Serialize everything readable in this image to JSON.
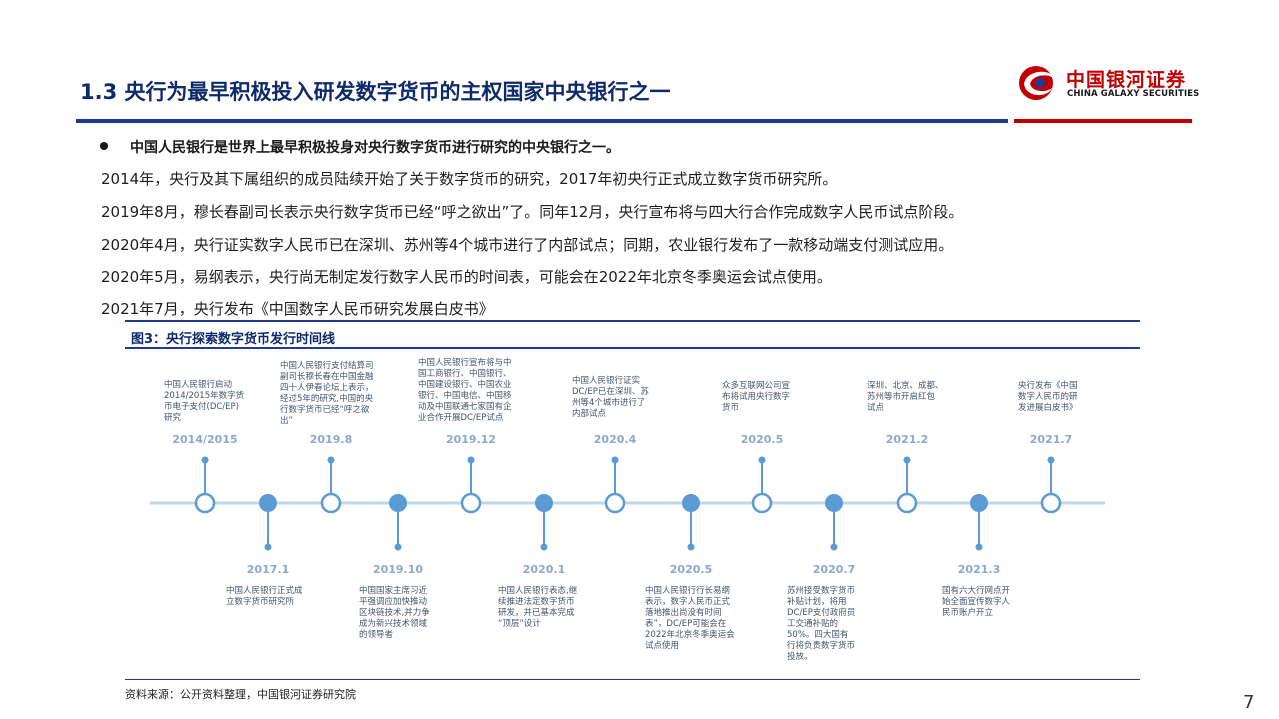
{
  "header": {
    "title": "1.3  央行为最早积极投入研发数字货币的主权国家中央银行之一",
    "logo_cn": "中国银河证券",
    "logo_en": "CHINA GALAXY SECURITIES"
  },
  "body": {
    "bullet": "中国人民银行是世界上最早积极投身对央行数字货币进行研究的中央银行之一。",
    "paragraphs": [
      "2014年，央行及其下属组织的成员陆续开始了关于数字货币的研究，2017年初央行正式成立数字货币研究所。",
      "2019年8月，穆长春副司长表示央行数字货币已经“呼之欲出”了。同年12月，央行宣布将与四大行合作完成数字人民币试点阶段。",
      "2020年4月，央行证实数字人民币已在深圳、苏州等4个城市进行了内部试点；同期，农业银行发布了一款移动端支付测试应用。",
      "2020年5月，易纲表示，央行尚无制定发行数字人民币的时间表，可能会在2022年北京冬季奥运会试点使用。",
      "2021年7月，央行发布《中国数字人民币研究发展白皮书》"
    ]
  },
  "figure": {
    "title": "图3：央行探索数字货币发行时间线",
    "source": "资料来源：公开资料整理，中国银河证券研究院",
    "events_top": [
      {
        "date": "2014/2015",
        "lines": [
          "中国人民银行启动",
          "2014/2015年数字货",
          "币电子支付(DC/EP)",
          "研究"
        ]
      },
      {
        "date": "2019.8",
        "lines": [
          "中国人民银行支付结算司",
          "副司长穆长春在中国金融",
          "四十人伊春论坛上表示，",
          "经过5年的研究,中国的央",
          "行数字货币已经“呼之欲",
          "出”"
        ]
      },
      {
        "date": "2019.12",
        "lines": [
          "中国人民银行宣布将与中",
          "国工商银行、中国银行、",
          "中国建设银行、中国农业",
          "银行、中国电信、中国移",
          "动及中国联通七家国有企",
          "业合作开展DC/EP试点"
        ]
      },
      {
        "date": "2020.4",
        "lines": [
          "中国人民银行证实",
          "DC/EP已在深圳、苏",
          "州等4个城市进行了",
          "内部试点"
        ]
      },
      {
        "date": "2020.5",
        "lines": [
          "众多互联网公司宣",
          "布将试用央行数字",
          "货币"
        ]
      },
      {
        "date": "2021.2",
        "lines": [
          "深圳、北京、成都、",
          "苏州等市开启红包",
          "试点"
        ]
      },
      {
        "date": "2021.7",
        "lines": [
          "央行发布《中国",
          "数字人民币的研",
          "发进展白皮书》"
        ]
      }
    ],
    "events_bottom": [
      {
        "date": "2017.1",
        "lines": [
          "中国人民银行正式成",
          "立数字货币研究所"
        ]
      },
      {
        "date": "2019.10",
        "lines": [
          "中国国家主席习近",
          "平强调应加快推动",
          "区块链技术,并力争",
          "成为新兴技术领域",
          "的领导者"
        ]
      },
      {
        "date": "2020.1",
        "lines": [
          "中国人民银行表态,继",
          "续推进法定数字货币",
          "研发，并已基本完成",
          "“顶层”设计"
        ]
      },
      {
        "date": "2020.5",
        "lines": [
          "中国人民银行行长易纲",
          "表示，数字人民币正式",
          "落地推出尚没有时间",
          "表”，DC/EP可能会在",
          "2022年北京冬季奥运会",
          "试点使用"
        ]
      },
      {
        "date": "2020.7",
        "lines": [
          "苏州接受数字货币",
          "补贴计划，将用",
          "DC/EP支付政府员",
          "工交通补贴的",
          "50%。四大国有",
          "行将负责数字货币",
          "投放。"
        ]
      },
      {
        "date": "2021.3",
        "lines": [
          "国有六大行网点开",
          "始全面宣传数字人",
          "民币账户开立"
        ]
      }
    ]
  },
  "page_number": "7",
  "colors": {
    "title_blue": "#0f2a6b",
    "rule_blue": "#1f3a93",
    "rule_red": "#c00000",
    "node_fill": "#5b9bd5",
    "date_text": "#8ea9c8",
    "timeline_line": "#bdd7ee"
  }
}
